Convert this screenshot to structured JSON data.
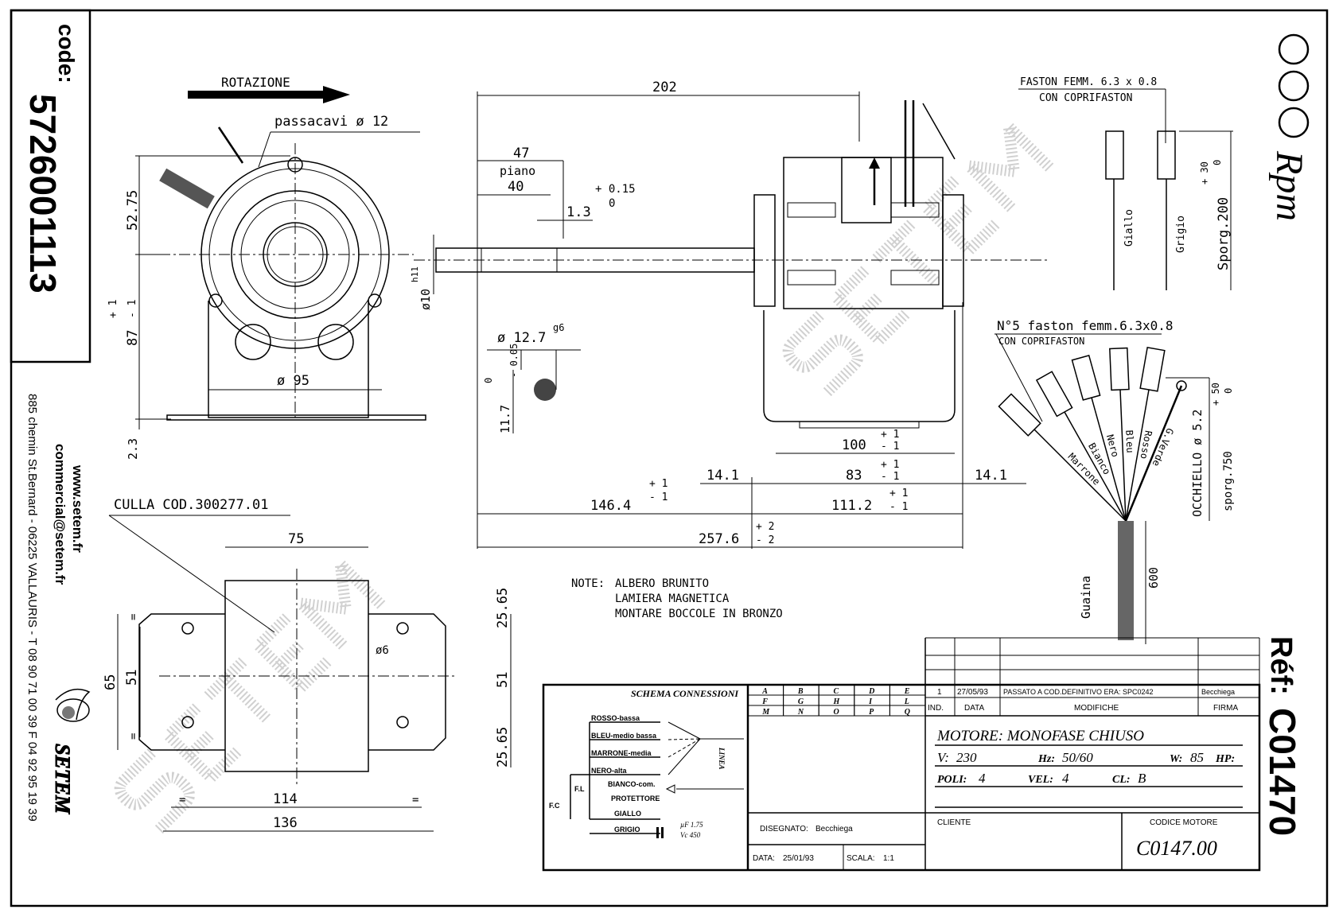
{
  "sidebar": {
    "code_label": "code:",
    "code_value": "5726001113",
    "website": "www.setem.fr",
    "email": "commercial@setem.fr",
    "address": "885 chemin St.Bernard - 06225 VALLAURIS - T 08 90 71 00 39  F 04 92 95 19 39",
    "brand": "SETEM"
  },
  "branding": {
    "rpm_logo": "Rpm",
    "watermark": "SETEM",
    "ref_label": "Réf:",
    "ref_value": "C01470"
  },
  "front_view": {
    "rotation_label": "ROTAZIONE",
    "cable_gland": "passacavi ø 12",
    "dim_top": "52.75",
    "dim_bottom": "87",
    "dim_bottom_tol_plus": "+ 1",
    "dim_bottom_tol_minus": "- 1",
    "dim_base": "2.3",
    "dim_diameter": "ø 95"
  },
  "side_view": {
    "dim_overall_top": "202",
    "dim_flat_47": "47",
    "flat_label": "piano",
    "dim_40": "40",
    "dim_1_3": "1.3",
    "tol_1_3_plus": "+ 0.15",
    "tol_1_3_minus": "0",
    "shaft_diameter": "ø10",
    "shaft_fit": "h11",
    "section_diameter": "ø 12.7",
    "section_fit": "g6",
    "section_flat": "11.7",
    "section_tol_minus": "- 0.05",
    "section_tol_zero": "0",
    "dim_100": "100",
    "dim_83": "83",
    "dim_111_2": "111.2",
    "dim_146_4": "146.4",
    "dim_14_1_left": "14.1",
    "dim_14_1_right": "14.1",
    "dim_257_6": "257.6",
    "tol_pm1_plus": "+ 1",
    "tol_pm1_minus": "- 1",
    "tol_pm2_plus": "+ 2",
    "tol_pm2_minus": "- 2"
  },
  "cradle_view": {
    "cradle_label": "CULLA COD.300277.01",
    "dim_75": "75",
    "dim_65": "65",
    "dim_51_left": "51",
    "dim_51_right": "51",
    "dim_25_65_top": "25.65",
    "dim_25_65_bottom": "25.65",
    "hole": "ø6",
    "dim_114": "114",
    "dim_136": "136",
    "equal_mark": "="
  },
  "notes": {
    "label": "NOTE:",
    "lines": [
      "ALBERO BRUNITO",
      "LAMIERA MAGNETICA",
      "MONTARE BOCCOLE IN BRONZO"
    ]
  },
  "faston_top": {
    "title": "FASTON FEMM. 6.3 x 0.8",
    "subtitle": "CON COPRIFASTON",
    "wire_1": "Giallo",
    "wire_2": "Grigio",
    "length": "Sporg.200",
    "tol_plus": "+ 30",
    "tol_zero": "0"
  },
  "faston_bundle": {
    "title": "N°5 faston femm.6.3x0.8",
    "subtitle": "CON COPRIFASTON",
    "wires": [
      "Marrone",
      "Bianco",
      "Nero",
      "Bleu",
      "Rosso",
      "G.Verde"
    ],
    "eyelet": "OCCHIELLO ø 5.2",
    "length": "sporg.750",
    "tol_plus": "+ 50",
    "tol_zero": "0",
    "sheath": "Guaina",
    "sheath_length": "600"
  },
  "schema": {
    "title": "SCHEMA CONNESSIONI",
    "lines": [
      "ROSSO-bassa",
      "BLEU-medio bassa",
      "MARRONE-media",
      "NERO-alta",
      "BIANCO-com.",
      "PROTETTORE",
      "GIALLO",
      "GRIGIO"
    ],
    "coil_fl": "F.L",
    "coil_fc": "F.C",
    "linea": "LINEA",
    "capacitor": "µF 1.75",
    "capacitor_voltage": "Vc 450"
  },
  "grid": {
    "rows": [
      [
        "A",
        "B",
        "C",
        "D",
        "E"
      ],
      [
        "F",
        "G",
        "H",
        "I",
        "L"
      ],
      [
        "M",
        "N",
        "O",
        "P",
        "Q"
      ]
    ]
  },
  "revisions": {
    "rows": [
      {
        "ind": "1",
        "data": "27/05/93",
        "modifiche": "PASSATO A COD.DEFINITIVO ERA: SPC0242",
        "firma": "Becchiega"
      }
    ],
    "headers": {
      "ind": "IND.",
      "data": "DATA",
      "modifiche": "MODIFICHE",
      "firma": "FIRMA"
    }
  },
  "title_block": {
    "motor_type": "MOTORE: MONOFASE CHIUSO",
    "voltage_label": "V:",
    "voltage": "230",
    "hz_label": "Hz:",
    "hz": "50/60",
    "w_label": "W:",
    "w": "85",
    "hp_label": "HP:",
    "poles_label": "POLI:",
    "poles": "4",
    "speeds_label": "VEL:",
    "speeds": "4",
    "class_label": "CL:",
    "class": "B",
    "drawn_label": "DISEGNATO:",
    "drawn_by": "Becchiega",
    "date_label": "DATA:",
    "date": "25/01/93",
    "scale_label": "SCALA:",
    "scale": "1:1",
    "client_label": "CLIENTE",
    "motor_code_label": "CODICE MOTORE",
    "motor_code": "C0147.00"
  }
}
